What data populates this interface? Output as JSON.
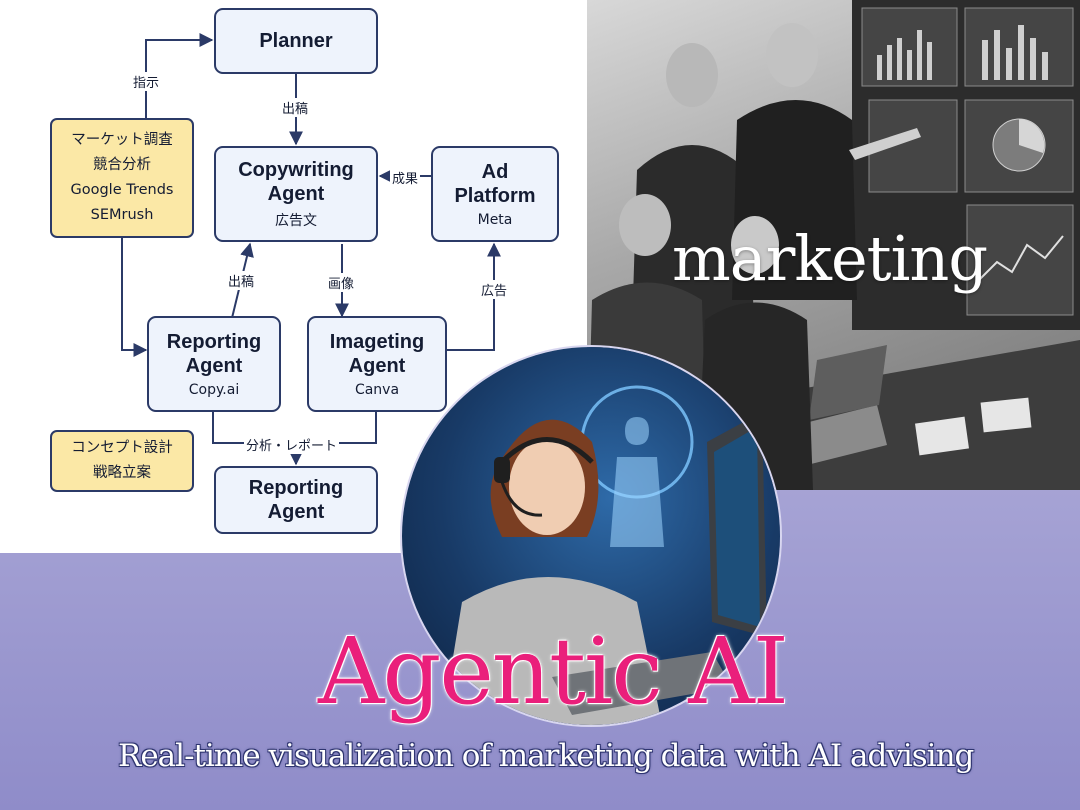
{
  "flowchart": {
    "nodes": {
      "planner": {
        "title": "Planner"
      },
      "copywriting": {
        "title": "Copywriting\nAgent",
        "subtitle": "広告文"
      },
      "ad_platform": {
        "title": "Ad\nPlatform",
        "subtitle": "Meta"
      },
      "reporting_mid": {
        "title": "Reporting\nAgent",
        "subtitle": "Copy.ai"
      },
      "imageting": {
        "title": "Imageting\nAgent",
        "subtitle": "Canva"
      },
      "reporting_bottom": {
        "title": "Reporting\nAgent"
      }
    },
    "notes": {
      "research": [
        "マーケット調査",
        "競合分析",
        "Google Trends",
        "SEMrush"
      ],
      "concept": [
        "コンセプト設計",
        "戦略立案"
      ]
    },
    "edge_labels": {
      "instruct": "指示",
      "draft_top": "出稿",
      "result": "成果",
      "draft_mid": "出稿",
      "image": "画像",
      "ad": "広告",
      "analysis": "分析・レポート"
    },
    "colors": {
      "node_fill": "#eef3fc",
      "node_border": "#2b3a67",
      "note_fill": "#fbe8a6",
      "edge": "#2b3a67"
    }
  },
  "photo": {
    "overlay_word": "marketing"
  },
  "hero": {
    "title": "Agentic AI",
    "subtitle": "Real-time visualization of marketing data with AI advising",
    "title_color": "#ea1f7b",
    "background_color": "#a9a6d6"
  },
  "icons": [
    "arrowhead-icon",
    "headset-icon",
    "pointing-hand-icon",
    "laptop-icon"
  ]
}
